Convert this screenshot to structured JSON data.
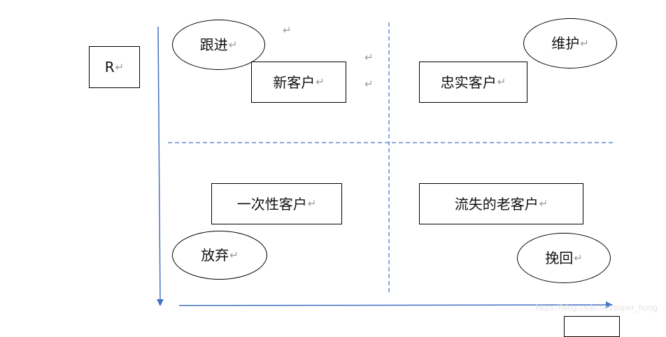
{
  "return_mark": "↵",
  "axis_label_r": "R",
  "quadrants": {
    "top_left_box": "新客户",
    "top_right_box": "忠实客户",
    "bottom_left_box": "一次性客户",
    "bottom_right_box": "流失的老客户"
  },
  "actions": {
    "top_left": "跟进",
    "top_right": "维护",
    "bottom_left": "放弃",
    "bottom_right": "挽回"
  },
  "watermark": "https://blog.csdn.net/super_hong",
  "colors": {
    "axis": "#4472c4",
    "stroke": "#000000",
    "mark": "#9a9a9a"
  }
}
